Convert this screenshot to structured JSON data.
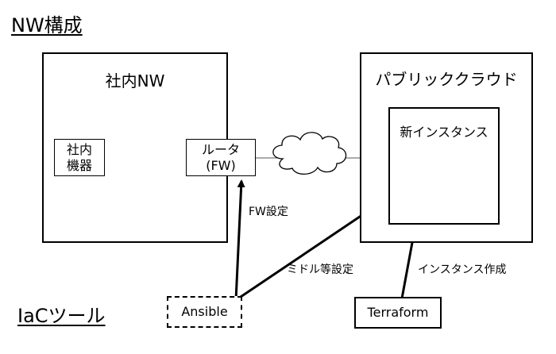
{
  "headings": {
    "network": "NW構成",
    "iac": "IaCツール"
  },
  "internal_network": {
    "title": "社内NW",
    "device_line1": "社内",
    "device_line2": "機器",
    "router_line1": "ルータ",
    "router_line2": "(FW)"
  },
  "public_cloud": {
    "title": "パブリッククラウド",
    "instance_label": "新インスタンス"
  },
  "tools": {
    "ansible": "Ansible",
    "terraform": "Terraform"
  },
  "edges": {
    "fw_setting": "FW設定",
    "middleware_setting": "ミドル等設定",
    "instance_creation": "インスタンス作成"
  }
}
